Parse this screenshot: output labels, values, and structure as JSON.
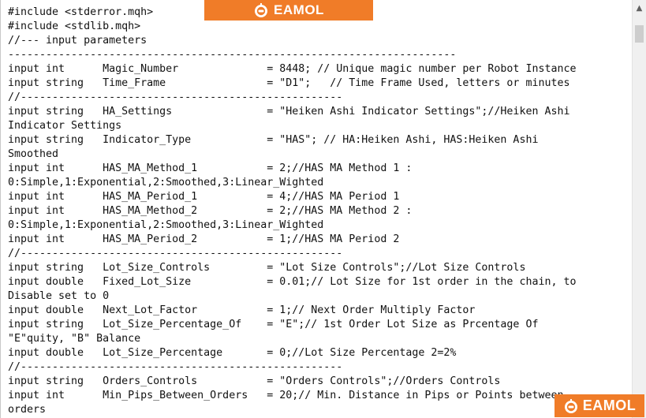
{
  "brand": {
    "name": "EAMOL",
    "color": "#f07c28"
  },
  "code_lines": [
    "#include <stderror.mqh>",
    "#include <stdlib.mqh>",
    "//--- input parameters",
    "-----------------------------------------------------------------------",
    "input int      Magic_Number              = 8448; // Unique magic number per Robot Instance",
    "input string   Time_Frame                = \"D1\";   // Time Frame Used, letters or minutes",
    "//---------------------------------------------------",
    "input string   HA_Settings               = \"Heiken Ashi Indicator Settings\";//Heiken Ashi",
    "Indicator Settings",
    "input string   Indicator_Type            = \"HAS\"; // HA:Heiken Ashi, HAS:Heiken Ashi",
    "Smoothed",
    "input int      HAS_MA_Method_1           = 2;//HAS MA Method 1 :",
    "0:Simple,1:Exponential,2:Smoothed,3:Linear_Wighted",
    "input int      HAS_MA_Period_1           = 4;//HAS MA Period 1",
    "input int      HAS_MA_Method_2           = 2;//HAS MA Method 2 :",
    "0:Simple,1:Exponential,2:Smoothed,3:Linear_Wighted",
    "input int      HAS_MA_Period_2           = 1;//HAS MA Period 2",
    "//---------------------------------------------------",
    "input string   Lot_Size_Controls         = \"Lot Size Controls\";//Lot Size Controls",
    "input double   Fixed_Lot_Size            = 0.01;// Lot Size for 1st order in the chain, to",
    "Disable set to 0",
    "input double   Next_Lot_Factor           = 1;// Next Order Multiply Factor",
    "input string   Lot_Size_Percentage_Of    = \"E\";// 1st Order Lot Size as Prcentage Of",
    "\"E\"quity, \"B\" Balance",
    "input double   Lot_Size_Percentage       = 0;//Lot Size Percentage 2=2%",
    "//---------------------------------------------------",
    "input string   Orders_Controls           = \"Orders Controls\";//Orders Controls",
    "input int      Min_Pips_Between_Orders   = 20;// Min. Distance in Pips or Points between",
    "orders"
  ]
}
